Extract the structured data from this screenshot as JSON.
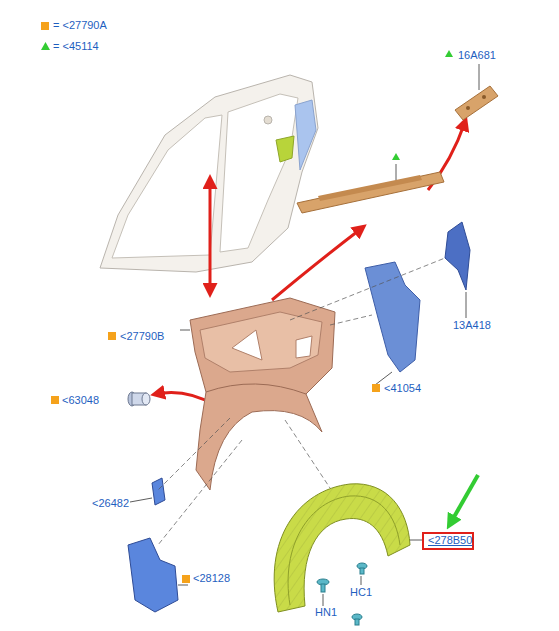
{
  "diagram": {
    "labels": [
      "16A681",
      "<27790B",
      "13A418",
      "<41054",
      "<63048",
      "<26482",
      "<28128",
      "<278B50",
      "HN1",
      "HC1"
    ],
    "legend": [
      {
        "text": "= <27790A",
        "color": "#f5a21b"
      },
      {
        "text": "= <45114"
      }
    ]
  }
}
